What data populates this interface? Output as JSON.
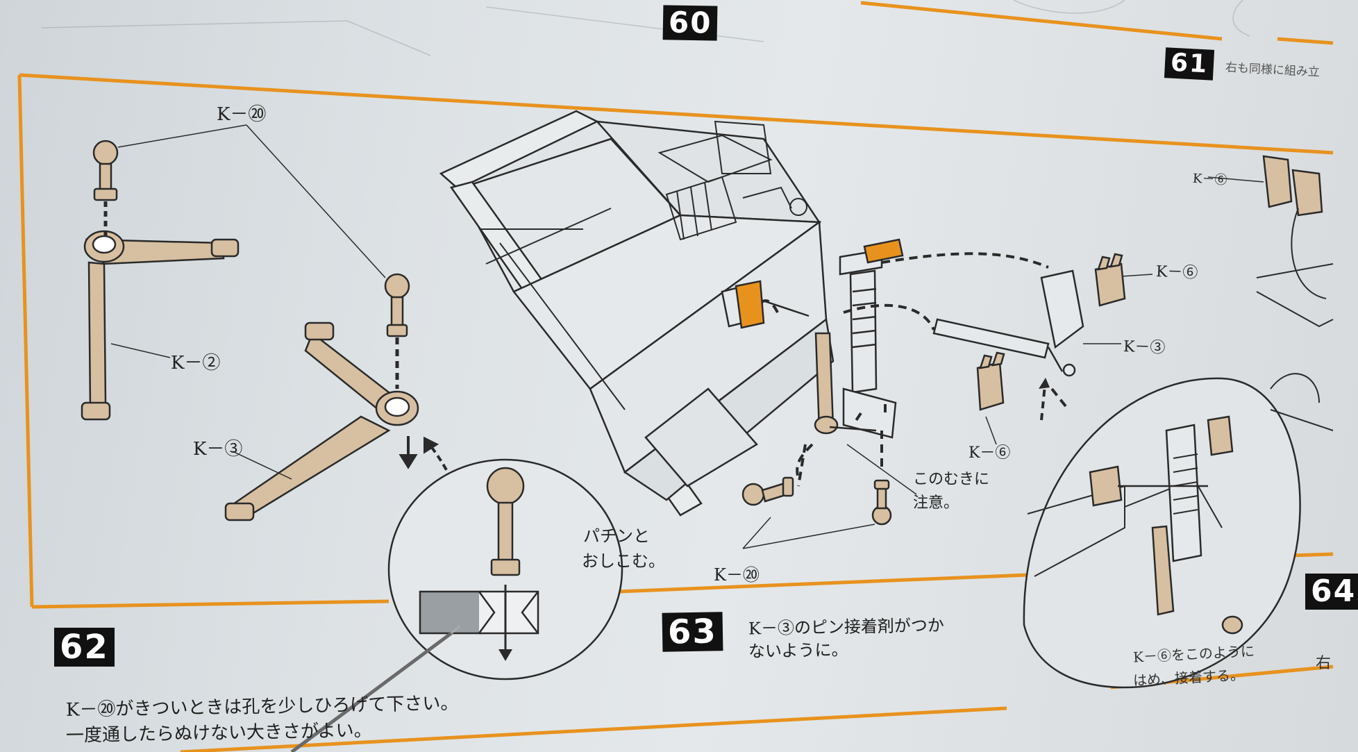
{
  "steps": {
    "s60": "60",
    "s61": "61",
    "s62": "62",
    "s63": "63",
    "s64": "64"
  },
  "header": {
    "s61_note": "右も同様に組み立"
  },
  "labels": {
    "k20_top": "K－⑳",
    "k2": "K－②",
    "k3_left": "K－③",
    "pachin_line1": "パチンと",
    "pachin_line2": "おしこむ。",
    "kono_line1": "このむきに",
    "kono_line2": "注意。",
    "k20_bottom": "K－⑳",
    "k6_center": "K－⑥",
    "k6_right": "K－⑥",
    "k3_right": "K－③",
    "k6_far": "K－⑥"
  },
  "notes": {
    "s62_line1": "K－⑳がきついときは孔を少しひろげて下さい。",
    "s62_line2": "一度通したらぬけない大きさがよい。",
    "s63_line1": "K－③のピン接着剤がつか",
    "s63_line2": "ないように。",
    "s64_line1": "K－⑥をこのように",
    "s64_line2": "はめ、接着する。",
    "right_edge": "右"
  },
  "colors": {
    "accent_orange": "#e8921e",
    "part_tan": "#d7bfa1",
    "ink": "#2a2a2a"
  }
}
